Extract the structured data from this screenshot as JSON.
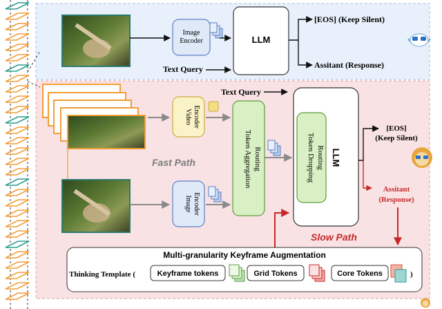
{
  "top": {
    "image_encoder": [
      "Image",
      "Encoder"
    ],
    "llm": "LLM",
    "text_query": "Text Query",
    "out_eos": "[EOS] (Keep Silent)",
    "out_response": "Assitant (Response)"
  },
  "bottom": {
    "text_query": "Text Query",
    "video_encoder": [
      "Video",
      "Encoder"
    ],
    "image_encoder": [
      "Image",
      "Encoder"
    ],
    "token_aggregation": [
      "Token Aggregation",
      "Routing"
    ],
    "llm": "LLM",
    "token_dropping": [
      "Token Dropping",
      "Routing"
    ],
    "fast_path": "Fast Path",
    "slow_path": "Slow Path",
    "out_eos": [
      "[EOS]",
      "(Keep Silent)"
    ],
    "out_response": [
      "Assitant",
      "(Response)"
    ]
  },
  "augmentation": {
    "title": "Multi-granularity Keyframe Augmentation",
    "template_prefix": "Thinking Template (",
    "template_suffix": ")",
    "tokens": [
      "Keyframe tokens",
      "Grid Tokens",
      "Core Tokens"
    ]
  },
  "colors": {
    "top_panel": "#e8f0fb",
    "bottom_panel": "#f9e2e4",
    "encoder_fill": "#dfe9f8",
    "encoder_stroke": "#5b7fc4",
    "video_fill": "#fbf3c8",
    "video_stroke": "#c9a93b",
    "routing_fill": "#d9efc4",
    "routing_stroke": "#5e9a3e",
    "slow_path": "#c62828",
    "fast_path": "#7a7a7a",
    "frame_orange": "#f39c34",
    "frame_teal": "#2a9d8f"
  }
}
